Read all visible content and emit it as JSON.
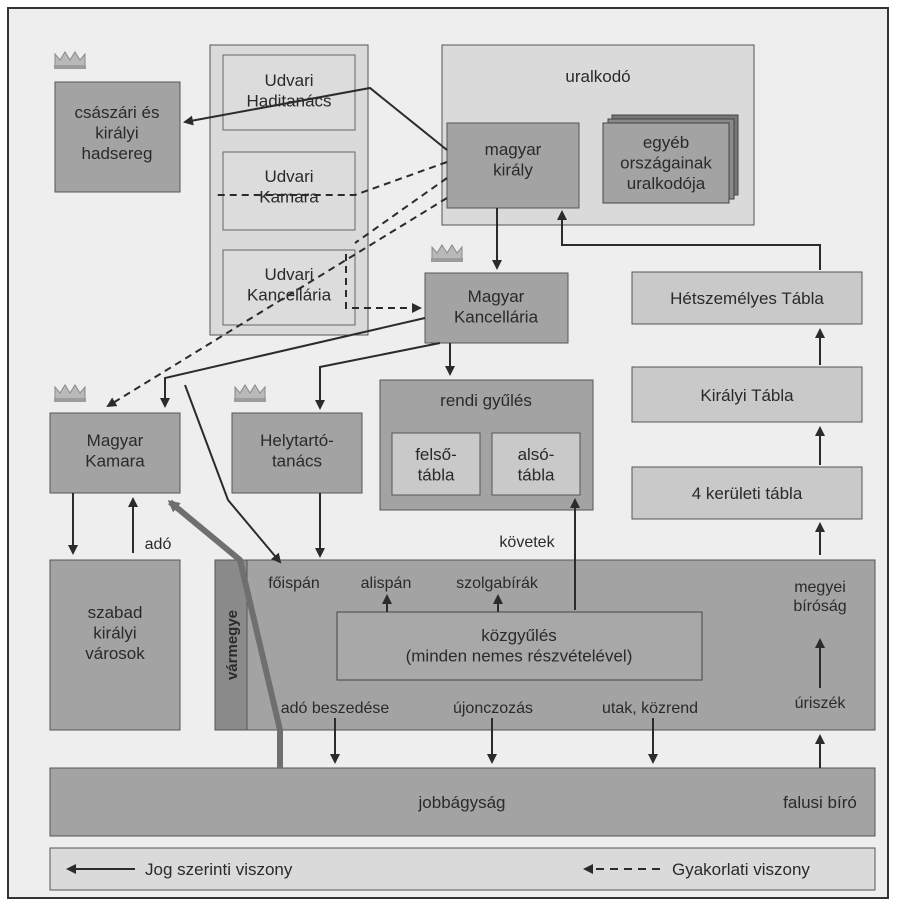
{
  "boxes": {
    "csaszari": "császári és\nkirályi\nhadsereg",
    "udvari_haditanacs": "Udvari\nHaditanács",
    "udvari_kamara": "Udvari\nKamara",
    "udvari_kancellaria": "Udvari\nKancellária",
    "uralkodo": "uralkodó",
    "magyar_kiraly": "magyar\nkirály",
    "egyeb": "egyéb\nországainak\nuralkodója",
    "magyar_kancellaria": "Magyar\nKancellária",
    "hetszemelyes": "Hétszemélyes Tábla",
    "kiralyi_tabla": "Királyi Tábla",
    "negy_keruleti": "4 kerületi tábla",
    "magyar_kamara": "Magyar\nKamara",
    "helytarto": "Helytartó-\ntanács",
    "rendi_gyules": "rendi gyűlés",
    "felso_tabla": "felső-\ntábla",
    "also_tabla": "alsó-\ntábla",
    "szabad_varosok": "szabad\nkirályi\nvárosok",
    "kozgyules": "közgyűlés\n(minden nemes részvételével)",
    "jobbagysag": "jobbágyság",
    "falusi_biro": "falusi bíró"
  },
  "labels": {
    "ado": "adó",
    "kovetek": "követek",
    "varmegye": "vármegye",
    "foispan": "főispán",
    "alispan": "alispán",
    "szolgabirak": "szolgabírák",
    "ado_beszedese": "adó beszedése",
    "ujonczozas": "újonczozás",
    "utak_kozrend": "utak, közrend",
    "megyei_birosag": "megyei\nbíróság",
    "uriszek": "úriszék"
  },
  "legend": {
    "jog": "Jog szerinti viszony",
    "gyakorlati": "Gyakorlati viszony"
  },
  "colors": {
    "box_dark": "#a3a3a3",
    "box_light": "#c9c9c9",
    "panel": "#dadada",
    "bg": "#eeeeee",
    "line": "#2b2b2b"
  }
}
